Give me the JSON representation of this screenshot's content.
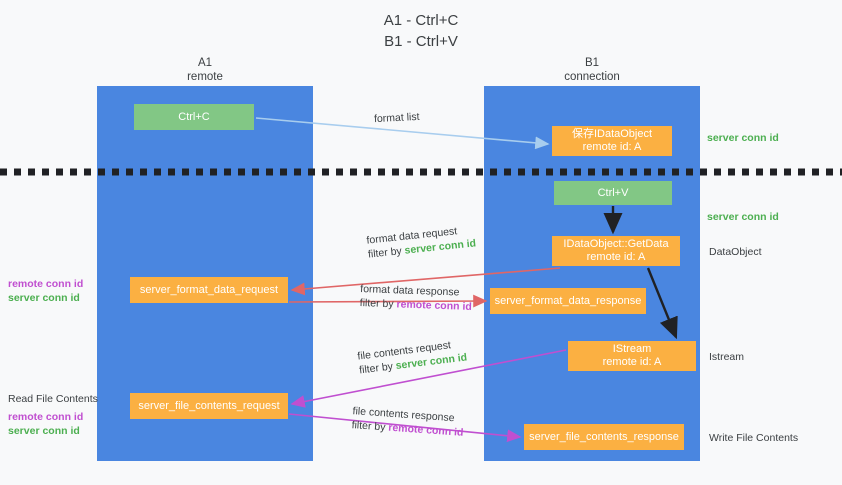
{
  "title": {
    "line1": "A1 - Ctrl+C",
    "line2": "B1 - Ctrl+V"
  },
  "lanes": [
    {
      "id": "a1",
      "name": "A1",
      "subtitle": "remote",
      "color": "#4a86e0"
    },
    {
      "id": "b1",
      "name": "B1",
      "subtitle": "connection",
      "color": "#4a86e0"
    }
  ],
  "colors": {
    "lane_blue": "#4a86e0",
    "node_green": "#82c785",
    "node_orange": "#fbb042",
    "server_conn_id": "#4caf50",
    "remote_conn_id": "#c04fd0",
    "arrow_light_blue": "#a8cdee",
    "arrow_red": "#e06666",
    "arrow_magenta": "#c04fd0",
    "arrow_black": "#202124",
    "divider": "#202124",
    "background": "#f8f9fa"
  },
  "nodes": {
    "ctrl_c": {
      "label": "Ctrl+C",
      "color": "green"
    },
    "store_dataobject": {
      "line1": "保存IDataObject",
      "line2": "remote id: A",
      "color": "orange"
    },
    "ctrl_v": {
      "label": "Ctrl+V",
      "color": "green"
    },
    "getdata": {
      "line1": "IDataObject::GetData",
      "line2": "remote id: A",
      "color": "orange"
    },
    "format_data_request": {
      "label": "server_format_data_request",
      "color": "orange"
    },
    "format_data_response": {
      "label": "server_format_data_response",
      "color": "orange"
    },
    "istream": {
      "line1": "IStream",
      "line2": "remote id: A",
      "color": "orange"
    },
    "file_contents_request": {
      "label": "server_file_contents_request",
      "color": "orange"
    },
    "file_contents_response": {
      "label": "server_file_contents_response",
      "color": "orange"
    }
  },
  "edge_labels": {
    "format_list": {
      "line1": "format list"
    },
    "format_data_request": {
      "line1": "format data request",
      "line2_prefix": "filter by ",
      "line2_id": "server conn id",
      "id_kind": "server"
    },
    "format_data_response": {
      "line1": "format data response",
      "line2_prefix": "filter by ",
      "line2_id": "remote conn id",
      "id_kind": "remote"
    },
    "file_contents_request": {
      "line1": "file contents request",
      "line2_prefix": "filter by ",
      "line2_id": "server conn id",
      "id_kind": "server"
    },
    "file_contents_response": {
      "line1": "file contents response",
      "line2_prefix": "filter by ",
      "line2_id": "remote conn id",
      "id_kind": "remote"
    }
  },
  "side_notes": {
    "right_server_conn_id_top": "server conn id",
    "right_server_conn_id_mid": "server conn id",
    "right_dataobject": "DataObject",
    "right_istream": "Istream",
    "right_write_file_contents": "Write File Contents",
    "left_remote_conn_id_top": "remote conn id",
    "left_server_conn_id_top": "server conn id",
    "left_read_file_contents": "Read File Contents",
    "left_remote_conn_id_bottom": "remote conn id",
    "left_server_conn_id_bottom": "server conn id"
  },
  "divider": {
    "style": "dashed",
    "label": ""
  }
}
